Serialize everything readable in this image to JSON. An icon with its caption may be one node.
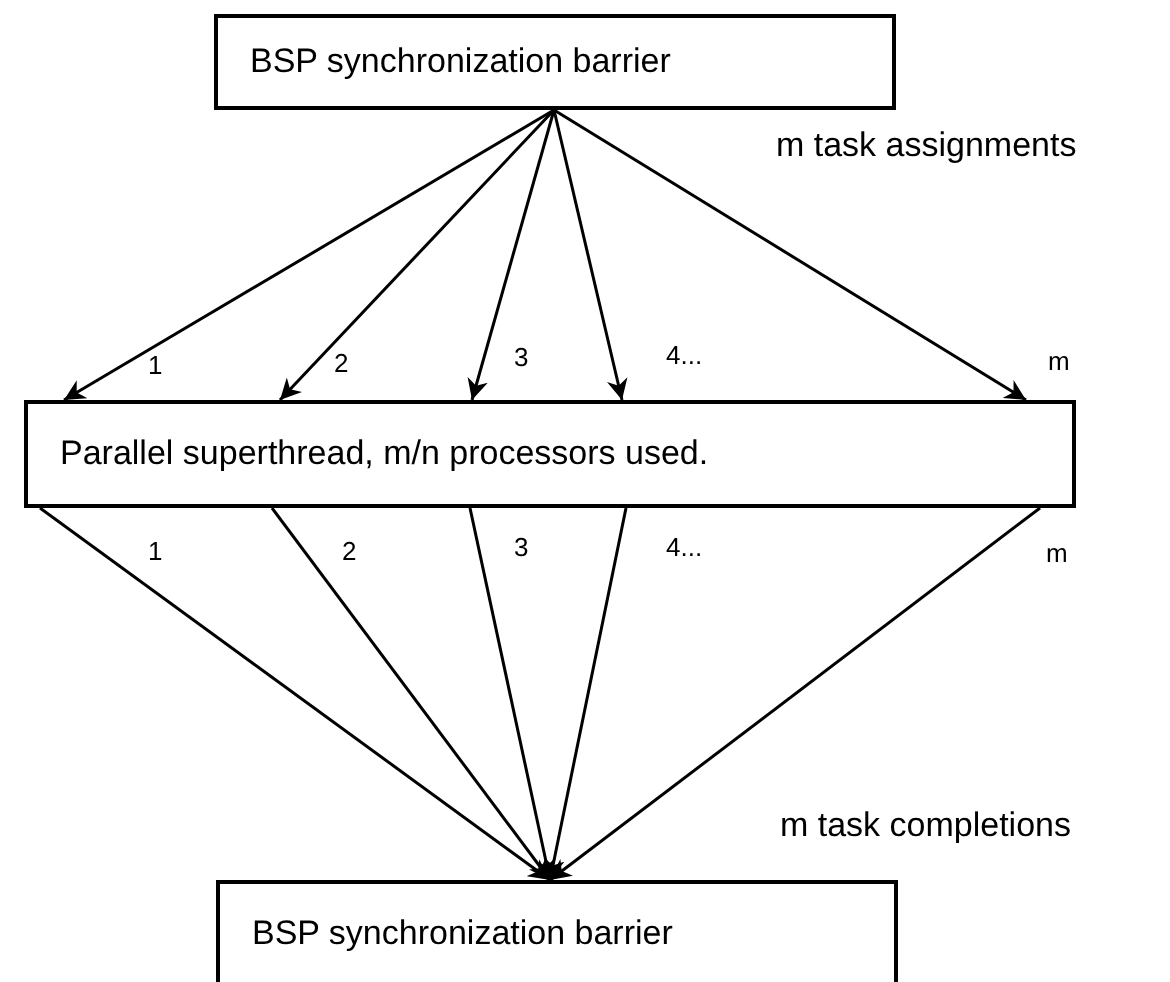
{
  "diagram": {
    "nodes": [
      {
        "text": [
          "BSP synchronization barrier"
        ]
      },
      {
        "text": [
          "Parallel superthread, m/n processors used."
        ]
      },
      {
        "text": [
          "BSP synchronization barrier"
        ]
      }
    ],
    "edges": [
      {
        "from": 0,
        "to": 1,
        "arrow": "to",
        "label": "1"
      },
      {
        "from": 0,
        "to": 1,
        "arrow": "to",
        "label": "2"
      },
      {
        "from": 0,
        "to": 1,
        "arrow": "to",
        "label": "3"
      },
      {
        "from": 0,
        "to": 1,
        "arrow": "to",
        "label": "4..."
      },
      {
        "from": 0,
        "to": 1,
        "arrow": "to",
        "label": "m"
      },
      {
        "from": 1,
        "to": 2,
        "arrow": "to",
        "label": "1"
      },
      {
        "from": 1,
        "to": 2,
        "arrow": "to",
        "label": "2"
      },
      {
        "from": 1,
        "to": 2,
        "arrow": "to",
        "label": "3"
      },
      {
        "from": 1,
        "to": 2,
        "arrow": "to",
        "label": "4..."
      },
      {
        "from": 1,
        "to": 2,
        "arrow": "to",
        "label": "m"
      }
    ],
    "labels": [
      "m task assignments",
      "m task completions"
    ]
  }
}
